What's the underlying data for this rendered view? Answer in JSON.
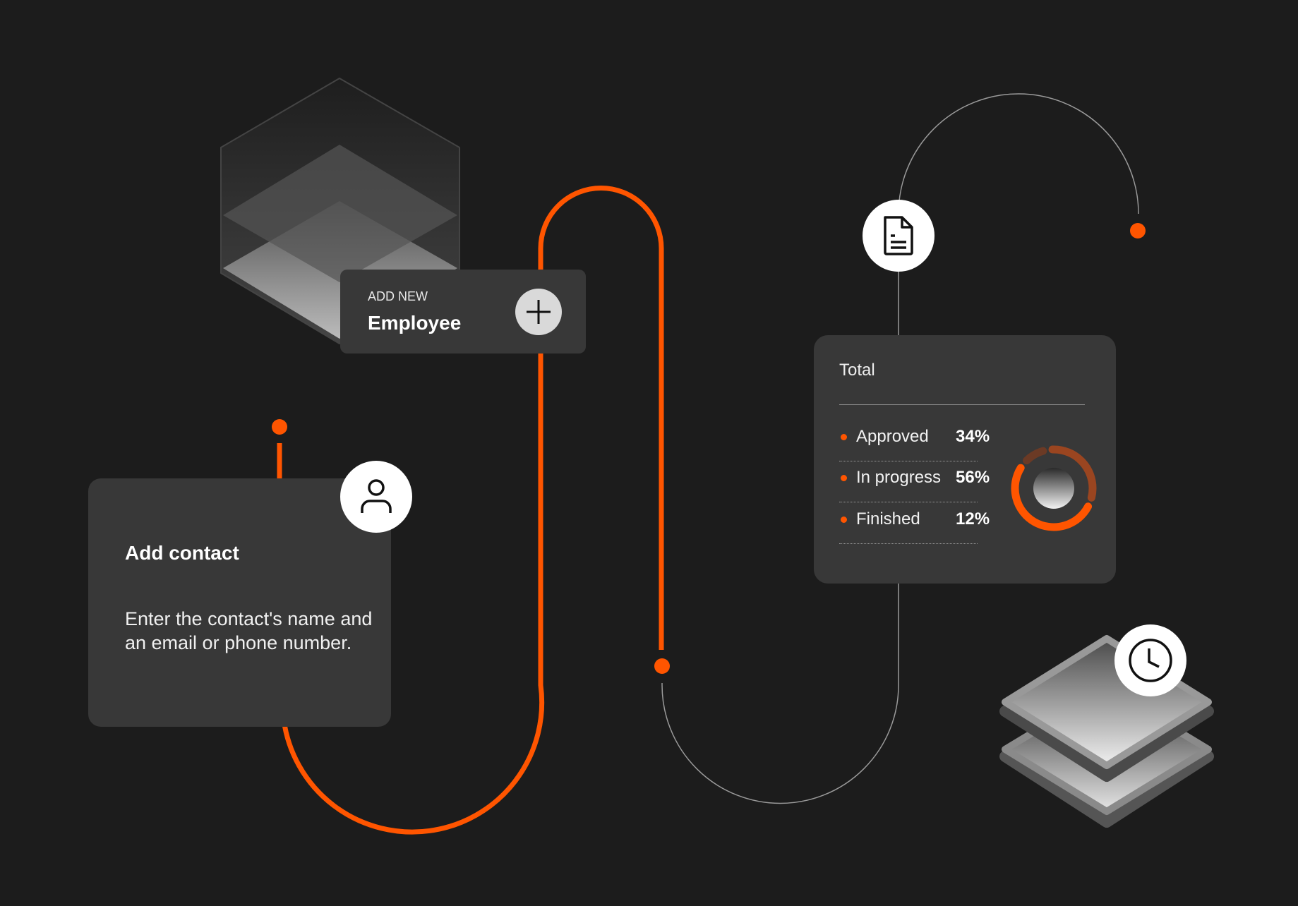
{
  "employee_card": {
    "eyebrow": "ADD NEW",
    "title": "Employee",
    "action_icon": "plus-icon"
  },
  "contact_card": {
    "title": "Add contact",
    "description": "Enter the contact's name and an email or phone number.",
    "icon": "user-icon"
  },
  "total_card": {
    "title": "Total",
    "rows": [
      {
        "label": "Approved",
        "value": "34%",
        "percent": 34
      },
      {
        "label": "In progress",
        "value": "56%",
        "percent": 56
      },
      {
        "label": "Finished",
        "value": "12%",
        "percent": 12
      }
    ]
  },
  "icons": {
    "document": "document-icon",
    "clock": "clock-icon"
  },
  "colors": {
    "accent": "#ff5500",
    "approved": "#9a4520",
    "in_progress": "#ff5500",
    "finished": "#6b3a25",
    "background": "#1c1c1c",
    "card": "#383838"
  }
}
